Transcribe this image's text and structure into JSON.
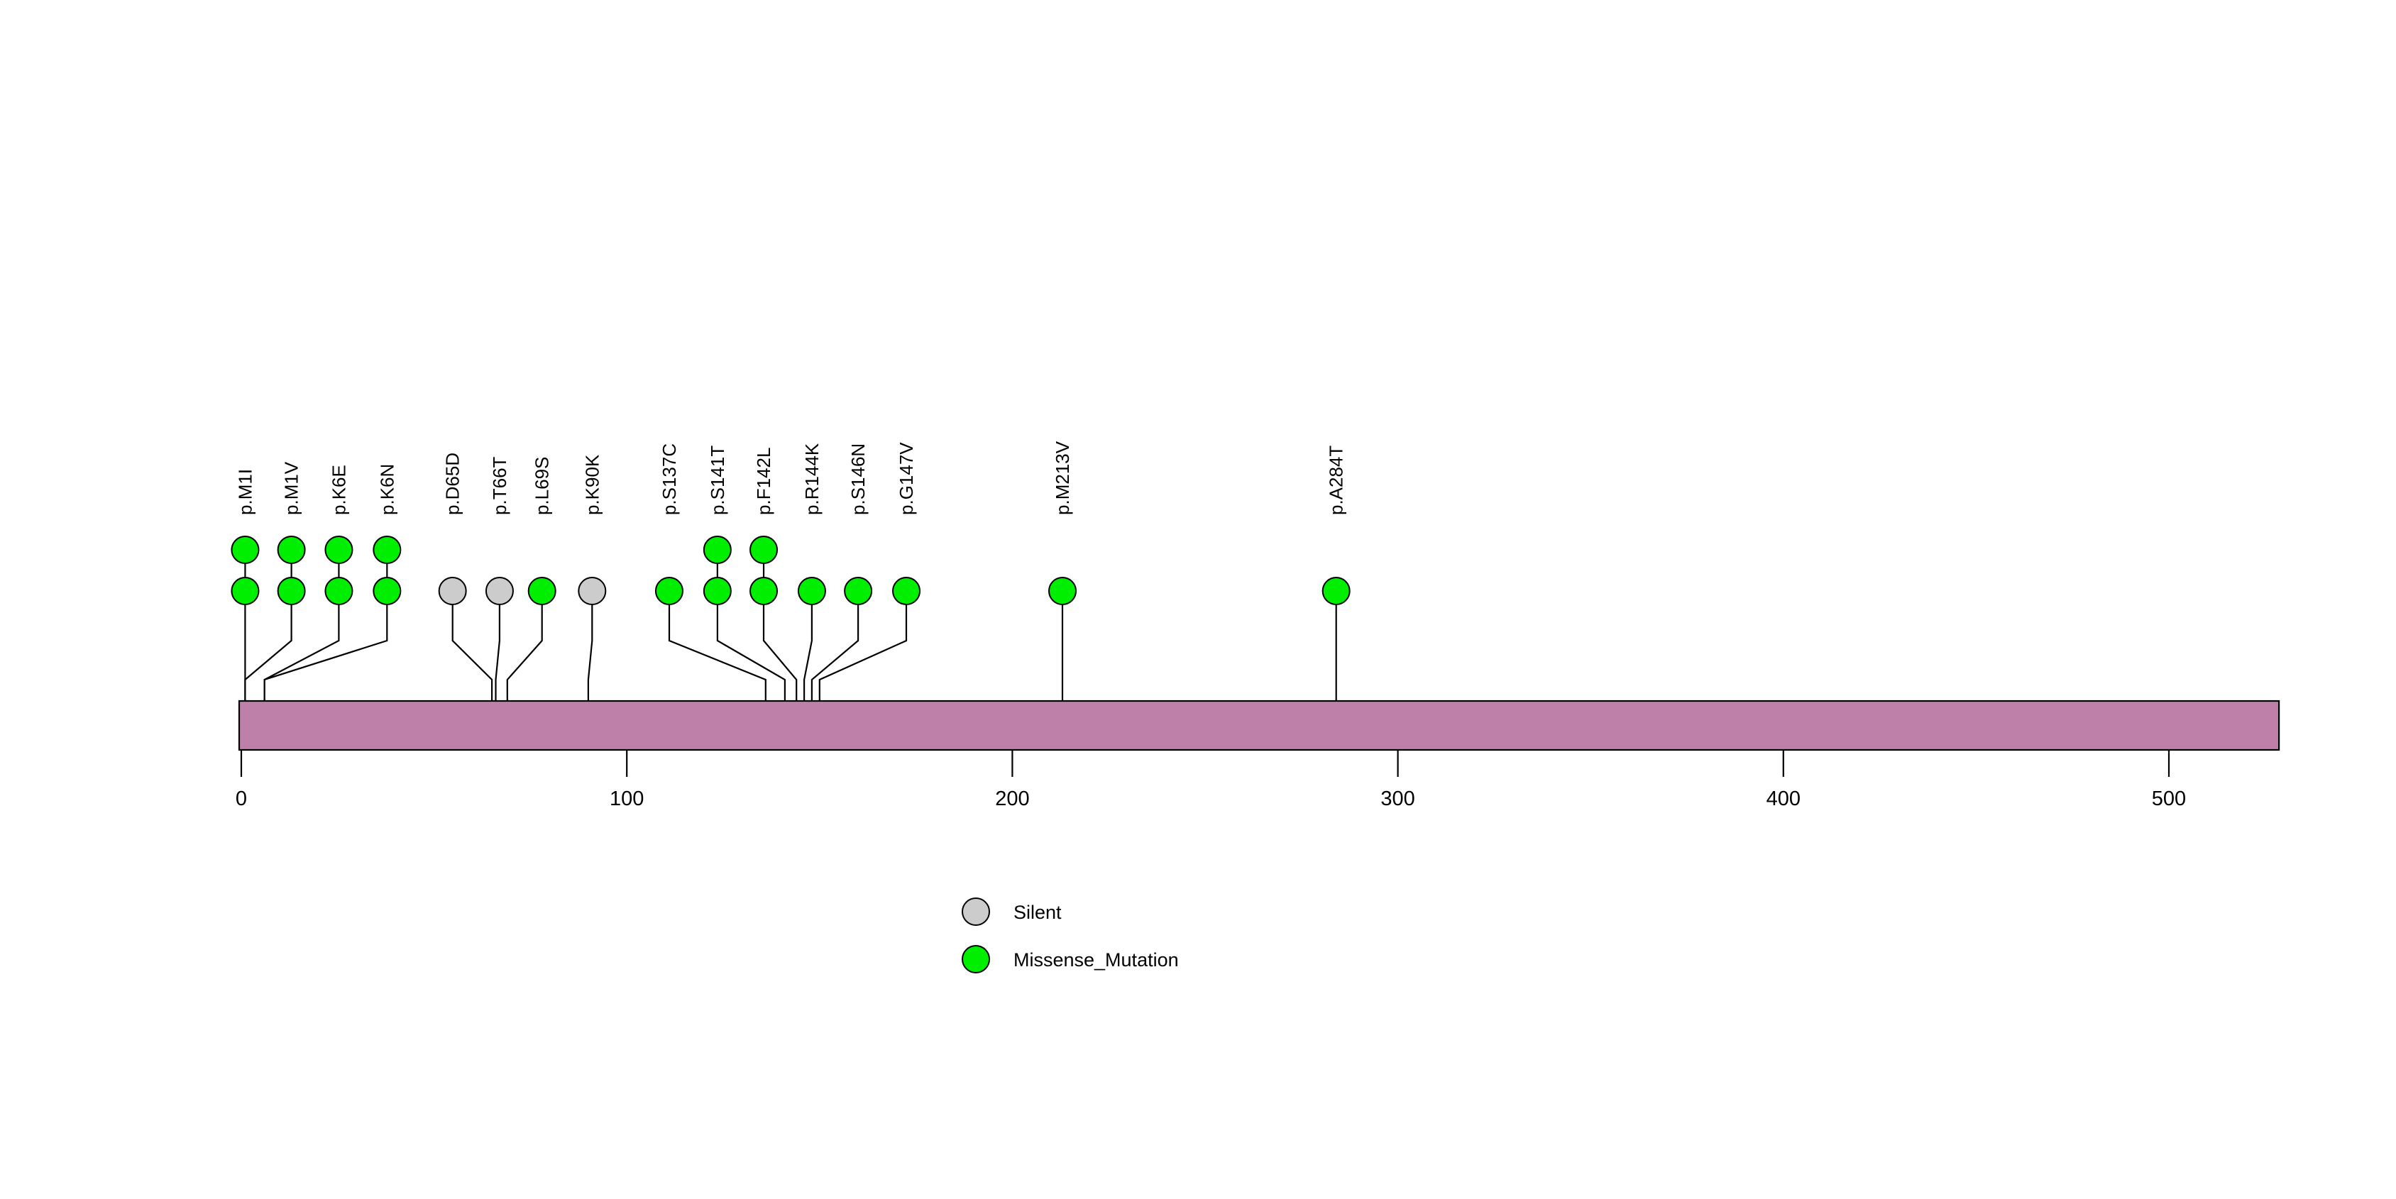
{
  "chart_data": {
    "type": "lollipop",
    "title": "",
    "xlabel": "",
    "ylabel": "",
    "xlim": [
      0,
      528
    ],
    "protein_length": 528,
    "axis_ticks": [
      {
        "value": 0,
        "label": "0"
      },
      {
        "value": 100,
        "label": "100"
      },
      {
        "value": 200,
        "label": "200"
      },
      {
        "value": 300,
        "label": "300"
      },
      {
        "value": 400,
        "label": "400"
      },
      {
        "value": 500,
        "label": "500"
      }
    ],
    "domain_track": {
      "name": "protein-backbone",
      "start": 0,
      "end": 528,
      "color": "#BE80A8",
      "border": "#000000"
    },
    "legend": {
      "position": "bottom-center",
      "entries": [
        {
          "label": "Silent",
          "color": "#CCCCCC",
          "shape": "circle"
        },
        {
          "label": "Missense_Mutation",
          "color": "#00EE00",
          "shape": "circle"
        }
      ]
    },
    "mutations": [
      {
        "label": "p.M1I",
        "position": 1,
        "count": 2,
        "type": "Missense_Mutation",
        "color": "#00EE00",
        "label_x": 1.0,
        "stem_x": 1
      },
      {
        "label": "p.M1V",
        "position": 1,
        "count": 2,
        "type": "Missense_Mutation",
        "color": "#00EE00",
        "label_x": 13.0,
        "stem_x": 1
      },
      {
        "label": "p.K6E",
        "position": 6,
        "count": 2,
        "type": "Missense_Mutation",
        "color": "#00EE00",
        "label_x": 25.3,
        "stem_x": 6
      },
      {
        "label": "p.K6N",
        "position": 6,
        "count": 2,
        "type": "Missense_Mutation",
        "color": "#00EE00",
        "label_x": 37.8,
        "stem_x": 6
      },
      {
        "label": "p.D65D",
        "position": 65,
        "count": 1,
        "type": "Silent",
        "color": "#CCCCCC",
        "label_x": 54.8,
        "stem_x": 65
      },
      {
        "label": "p.T66T",
        "position": 66,
        "count": 1,
        "type": "Silent",
        "color": "#CCCCCC",
        "label_x": 67.0,
        "stem_x": 66
      },
      {
        "label": "p.L69S",
        "position": 69,
        "count": 1,
        "type": "Missense_Mutation",
        "color": "#00EE00",
        "label_x": 78.0,
        "stem_x": 69
      },
      {
        "label": "p.K90K",
        "position": 90,
        "count": 1,
        "type": "Silent",
        "color": "#CCCCCC",
        "label_x": 91.0,
        "stem_x": 90
      },
      {
        "label": "p.S137C",
        "position": 137,
        "count": 1,
        "type": "Missense_Mutation",
        "color": "#00EE00",
        "label_x": 111.0,
        "stem_x": 136
      },
      {
        "label": "p.S141T",
        "position": 141,
        "count": 2,
        "type": "Missense_Mutation",
        "color": "#00EE00",
        "label_x": 123.5,
        "stem_x": 141
      },
      {
        "label": "p.F142L",
        "position": 142,
        "count": 2,
        "type": "Missense_Mutation",
        "color": "#00EE00",
        "label_x": 135.5,
        "stem_x": 144
      },
      {
        "label": "p.R144K",
        "position": 144,
        "count": 1,
        "type": "Missense_Mutation",
        "color": "#00EE00",
        "label_x": 148.0,
        "stem_x": 146
      },
      {
        "label": "p.S146N",
        "position": 146,
        "count": 1,
        "type": "Missense_Mutation",
        "color": "#00EE00",
        "label_x": 160.0,
        "stem_x": 148
      },
      {
        "label": "p.G147V",
        "position": 147,
        "count": 1,
        "type": "Missense_Mutation",
        "color": "#00EE00",
        "label_x": 172.5,
        "stem_x": 150
      },
      {
        "label": "p.M213V",
        "position": 213,
        "count": 1,
        "type": "Missense_Mutation",
        "color": "#00EE00",
        "label_x": 213.0,
        "stem_x": 213
      },
      {
        "label": "p.A284T",
        "position": 284,
        "count": 1,
        "type": "Missense_Mutation",
        "color": "#00EE00",
        "label_x": 284.0,
        "stem_x": 284
      }
    ]
  }
}
